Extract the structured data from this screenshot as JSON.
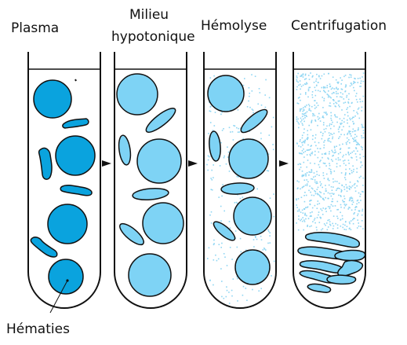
{
  "labels": {
    "plasma": "Plasma",
    "milieu_line1": "Milieu",
    "milieu_line2": "hypotonique",
    "hemolyse": "Hémolyse",
    "centrifugation": "Centrifugation",
    "hematies": "Hématies"
  },
  "colors": {
    "cell_dark": "#0aa3de",
    "cell_light": "#7ed3f5",
    "debris": "#8fd6f3",
    "stroke": "#111111",
    "tube_fill": "#ffffff"
  },
  "tubes": [
    {
      "name": "plasma",
      "cell_color": "cell_dark",
      "state": "normal"
    },
    {
      "name": "milieu-hypotonique",
      "cell_color": "cell_light",
      "state": "swollen"
    },
    {
      "name": "hemolyse",
      "cell_color": "cell_light",
      "state": "lysing"
    },
    {
      "name": "centrifugation",
      "cell_color": "cell_light",
      "state": "ghosts-pelleted"
    }
  ],
  "arrows": [
    {
      "from": "plasma",
      "to": "milieu-hypotonique",
      "icon": "arrow-right-icon"
    },
    {
      "from": "milieu-hypotonique",
      "to": "hemolyse",
      "icon": "arrow-right-icon"
    },
    {
      "from": "hemolyse",
      "to": "centrifugation",
      "icon": "arrow-right-icon"
    }
  ]
}
